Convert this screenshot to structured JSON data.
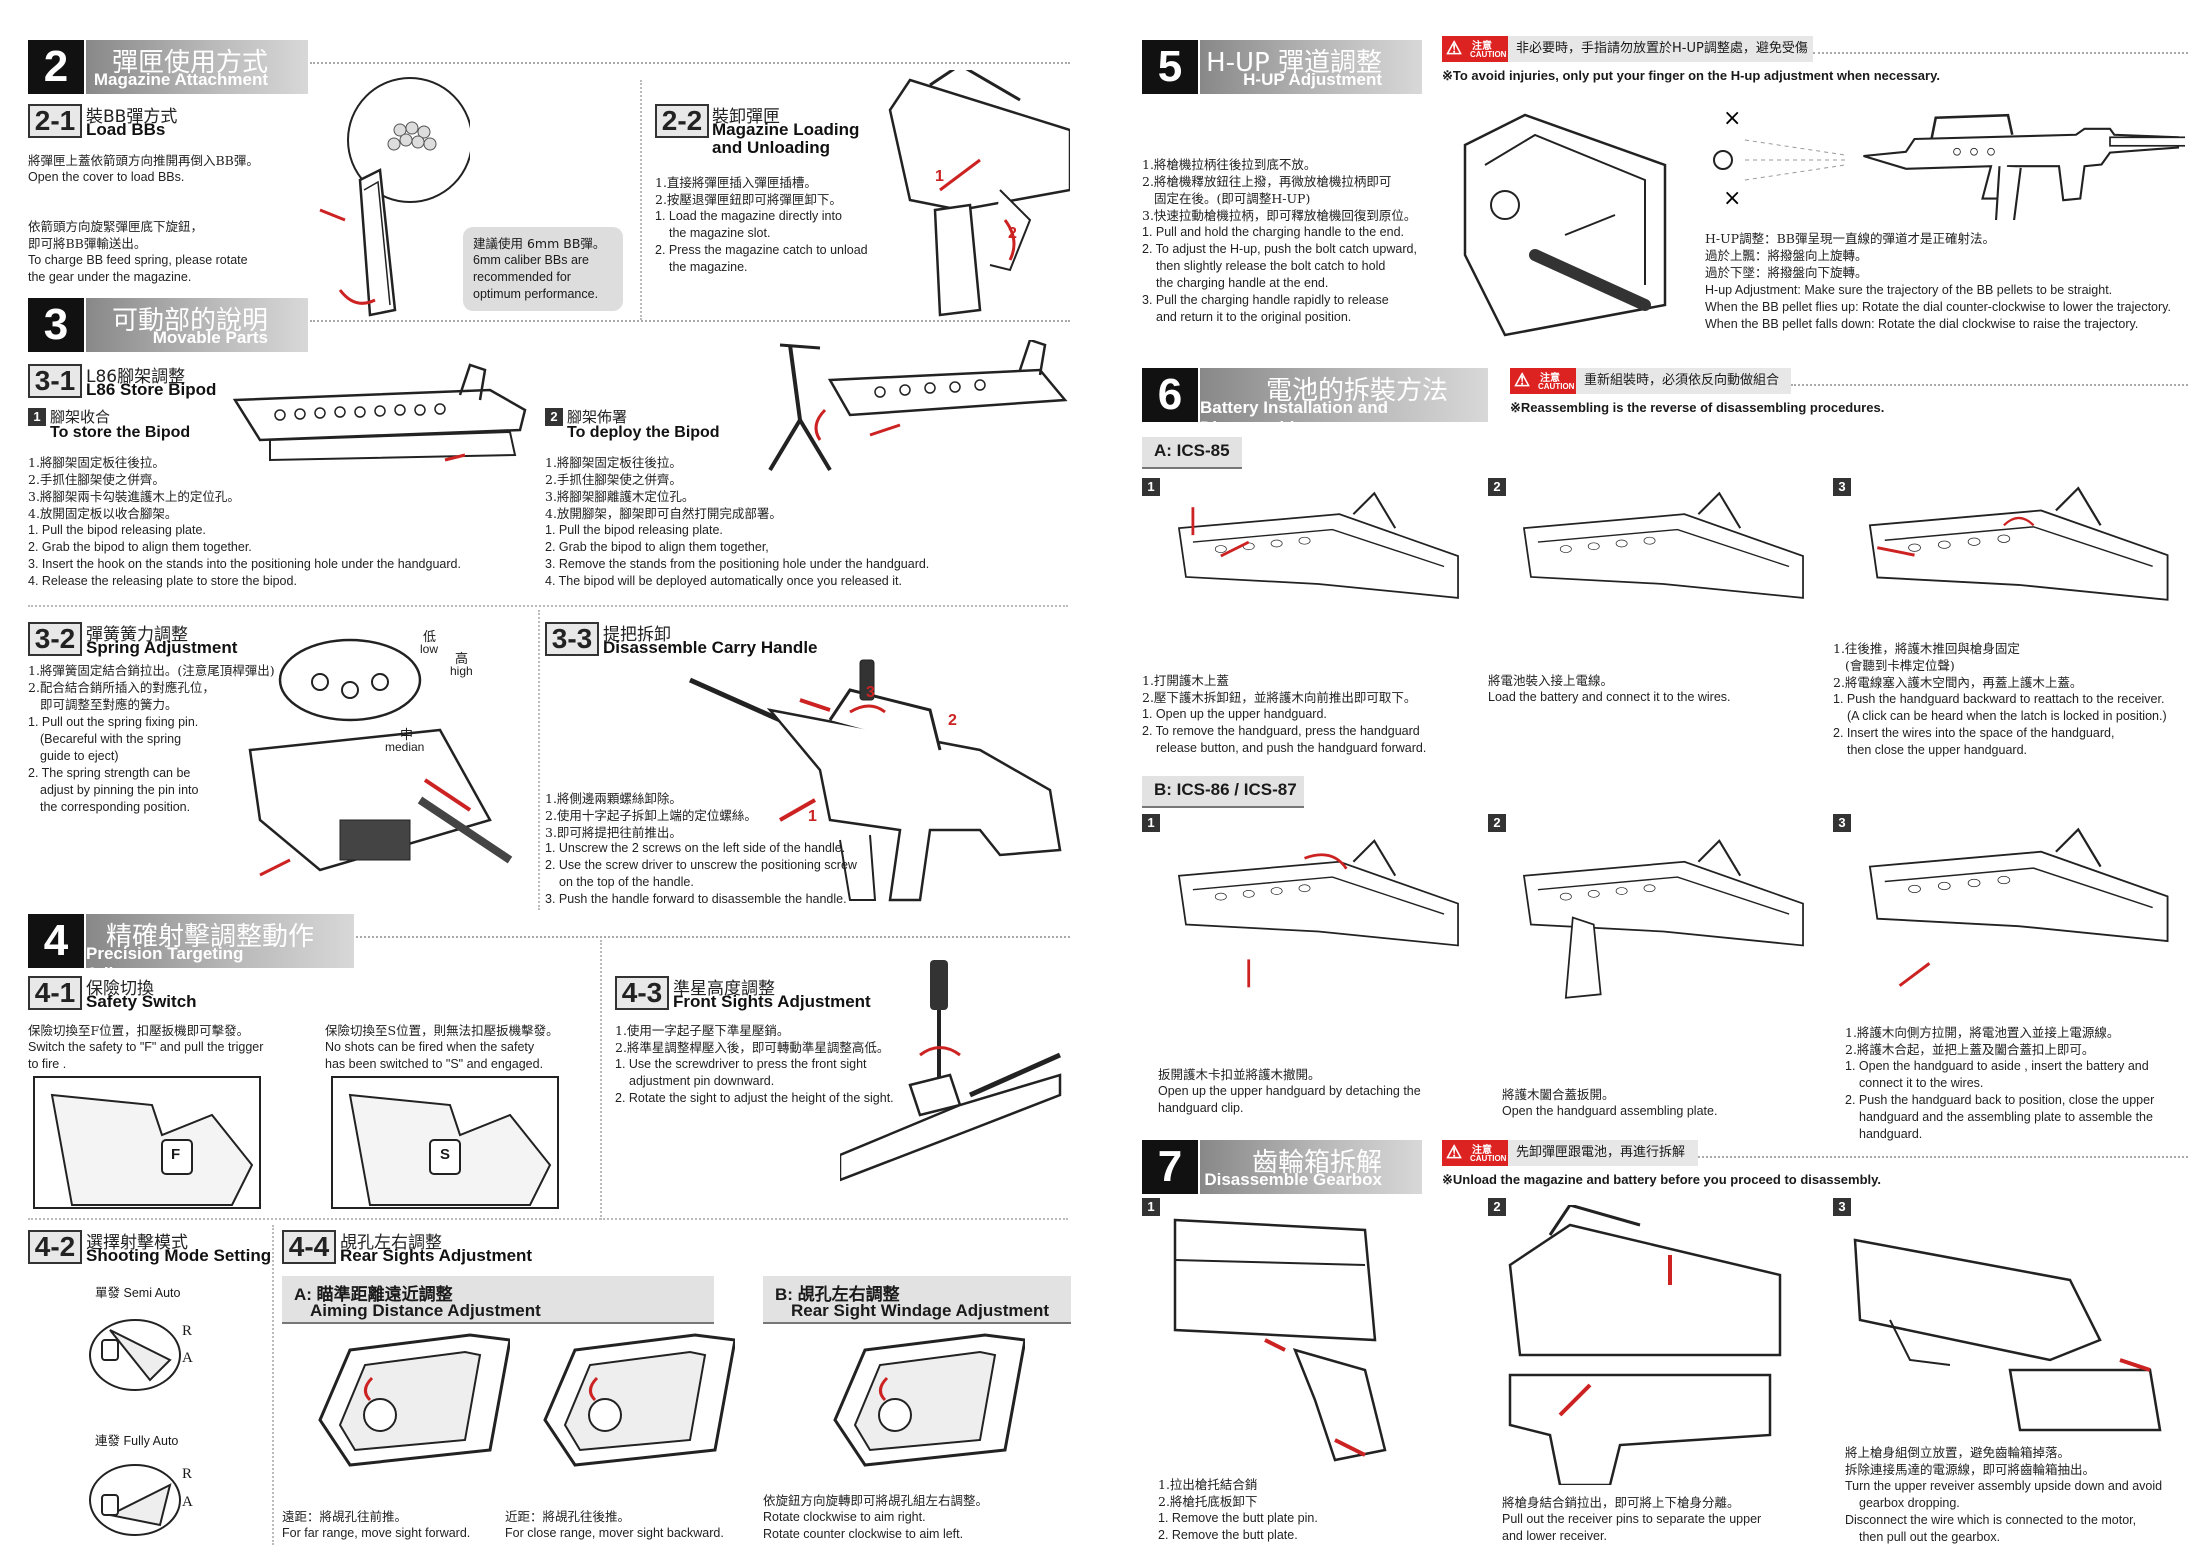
{
  "sec2": {
    "num": "2",
    "zh": "彈匣使用方式",
    "en": "Magazine Attachment"
  },
  "s21": {
    "num": "2-1",
    "zh": "裝BB彈方式",
    "en": "Load BBs",
    "p1zh": "將彈匣上蓋依箭頭方向推開再倒入BB彈。",
    "p1en": "Open the cover to load BBs.",
    "p2zh1": "依箭頭方向旋緊彈匣底下旋鈕，",
    "p2zh2": "即可將BB彈輸送出。",
    "p2en1": "To charge BB feed spring, please rotate",
    "p2en2": "the gear under the magazine.",
    "tipzh": "建議使用 6mm BB彈。",
    "tip1": "6mm caliber BBs are",
    "tip2": "recommended for",
    "tip3": "optimum performance."
  },
  "s22": {
    "num": "2-2",
    "zh": "裝卸彈匣",
    "en1": "Magazine Loading",
    "en2": "and Unloading",
    "l1zh": "1.直接將彈匣插入彈匣插槽。",
    "l2zh": "2.按壓退彈匣鈕即可將彈匣卸下。",
    "l1en1": "1. Load the magazine directly into",
    "l1en2": "the magazine slot.",
    "l2en1": "2. Press the magazine catch to unload",
    "l2en2": "the magazine."
  },
  "sec3": {
    "num": "3",
    "zh": "可動部的說明",
    "en": "Movable Parts"
  },
  "s31": {
    "num": "3-1",
    "zh": "L86腳架調整",
    "en": "L86 Store Bipod"
  },
  "store": {
    "num": "1",
    "zh": "腳架收合",
    "en": "To store the Bipod",
    "z1": "1.將腳架固定板往後拉。",
    "z2": "2.手抓住腳架使之併齊。",
    "z3": "3.將腳架兩卡勾裝進護木上的定位孔。",
    "z4": "4.放開固定板以收合腳架。",
    "e1": "1. Pull the bipod releasing plate.",
    "e2": "2. Grab the bipod to align them together.",
    "e3": "3. Insert the hook on the stands into the positioning hole under the handguard.",
    "e4": "4. Release the releasing plate to store the bipod."
  },
  "deploy": {
    "num": "2",
    "zh": "腳架佈署",
    "en": "To deploy the Bipod",
    "z1": "1.將腳架固定板往後拉。",
    "z2": "2.手抓住腳架使之併齊。",
    "z3": "3.將腳架腳離護木定位孔。",
    "z4": "4.放開腳架，腳架即可自然打開完成部署。",
    "e1": "1. Pull the bipod releasing plate.",
    "e2": "2. Grab the bipod to align them together,",
    "e3": "3. Remove the stands from the positioning hole under the handguard.",
    "e4": "4. The bipod will be deployed automatically once you released it."
  },
  "s32": {
    "num": "3-2",
    "zh": "彈簧簧力調整",
    "en": "Spring Adjustment",
    "z1": "1.將彈簧固定結合銷拉出。(注意尾頂桿彈出)",
    "z2": "2.配合結合銷所插入的對應孔位，",
    "z3": "即可調整至對應的簧力。",
    "e1": "1. Pull out the spring fixing pin.",
    "e2": "(Becareful with the spring",
    "e3": "guide to eject)",
    "e4": "2. The spring strength can be",
    "e5": "adjust by pinning the pin into",
    "e6": "the corresponding position.",
    "lowzh": "低",
    "low": "low",
    "highzh": "高",
    "high": "high",
    "medzh": "中",
    "med": "median"
  },
  "s33": {
    "num": "3-3",
    "zh": "提把拆卸",
    "en": "Disassemble Carry Handle",
    "z1": "1.將側邊兩顆螺絲卸除。",
    "z2": "2.使用十字起子拆卸上端的定位螺絲。",
    "z3": "3.即可將提把往前推出。",
    "e1": "1. Unscrew the 2 screws on the left side of the handle.",
    "e2": "2. Use the screw driver to unscrew the positioning screw",
    "e3": "on the top of the handle.",
    "e4": "3. Push the handle forward to disassemble the handle."
  },
  "sec4": {
    "num": "4",
    "zh": "精確射擊調整動作",
    "en": "Precision Targeting Adjustment"
  },
  "s41": {
    "num": "4-1",
    "zh": "保險切換",
    "en": "Safety Switch",
    "az": "保險切換至F位置，扣壓扳機即可擊發。",
    "ae1": "Switch the safety to \"F\" and pull the trigger",
    "ae2": "to fire .",
    "bz": "保險切換至S位置，則無法扣壓扳機擊發。",
    "be1": "No shots can be fired when the safety",
    "be2": "has been switched to \"S\" and engaged.",
    "f": "F",
    "s": "S"
  },
  "s43": {
    "num": "4-3",
    "zh": "準星高度調整",
    "en": "Front Sights Adjustment",
    "z1": "1.使用一字起子壓下準星壓銷。",
    "z2": "2.將準星調整桿壓入後，即可轉動準星調整高低。",
    "e1": "1. Use the screwdriver to press the front sight",
    "e2": "adjustment pin downward.",
    "e3": "2. Rotate the sight to adjust the height of the sight."
  },
  "s42": {
    "num": "4-2",
    "zh": "選擇射擊模式",
    "en": "Shooting Mode Setting",
    "semizh": "單發",
    "semi": "Semi Auto",
    "fullzh": "連發",
    "full": "Fully Auto",
    "r": "R",
    "a": "A"
  },
  "s44": {
    "num": "4-4",
    "zh": "覘孔左右調整",
    "en": "Rear Sights Adjustment",
    "a1": "A: 瞄準距離遠近調整",
    "a2": "Aiming Distance Adjustment",
    "b1": "B: 覘孔左右調整",
    "b2": "Rear Sight Windage Adjustment",
    "farzh": "遠距：將覘孔往前推。",
    "far": "For far range, move sight forward.",
    "nearzh": "近距：將覘孔往後推。",
    "near": "For close range, mover sight backward.",
    "windzh": "依旋鈕方向旋轉即可將覘孔組左右調整。",
    "wind1": "Rotate clockwise to aim right.",
    "wind2": "Rotate counter clockwise to aim left."
  },
  "sec5": {
    "num": "5",
    "zh": "H-UP 彈道調整",
    "en": "H-UP Adjustment",
    "cautionzh": "注意",
    "caution": "CAUTION",
    "warnzh": "非必要時，手指請勿放置於H-UP調整處，避免受傷",
    "note": "※To avoid injuries, only put your finger on the H-up adjustment when necessary.",
    "z1": "1.將槍機拉柄往後拉到底不放。",
    "z2": "2.將槍機釋放鈕往上撥，再微放槍機拉柄即可",
    "z3": "固定在後。(即可調整H-UP)",
    "z4": "3.快速拉動槍機拉柄，即可釋放槍機回復到原位。",
    "e1": "1. Pull and hold the charging handle to the end.",
    "e2": "2. To adjust the H-up, push the bolt catch upward,",
    "e3": "then slightly release the bolt catch to hold",
    "e4": "the charging handle at the end.",
    "e5": "3. Pull the charging handle rapidly to release",
    "e6": "and return it to the original position.",
    "hz1": "H-UP調整：BB彈呈現一直線的彈道才是正確射法。",
    "hz2": "過於上飄：將撥盤向上旋轉。",
    "hz3": "過於下墜：將撥盤向下旋轉。",
    "he1": "H-up Adjustment: Make sure the trajectory of the BB pellets to be straight.",
    "he2": "When the BB pellet flies up: Rotate the dial counter-clockwise to lower the trajectory.",
    "he3": "When the BB pellet falls down: Rotate the dial clockwise to raise the trajectory."
  },
  "sec6": {
    "num": "6",
    "zh": "電池的拆裝方法",
    "en": "Battery Installation and Disassembly",
    "warnzh": "重新組裝時，必須依反向動做組合",
    "note": "※Reassembling is the reverse of disassembling procedures.",
    "a": "A: ICS-85",
    "b": "B: ICS-86 / ICS-87",
    "a1z1": "1.打開護木上蓋",
    "a1z2": "2.壓下護木拆卸鈕，並將護木向前推出即可取下。",
    "a1e1": "1. Open up the upper handguard.",
    "a1e2": "2. To remove the handguard, press the handguard",
    "a1e3": "release button, and push the handguard forward.",
    "a2z": "將電池裝入接上電線。",
    "a2e": "Load the battery and connect it to the wires.",
    "a3z1": "1.往後推，將護木推回與槍身固定",
    "a3z2": "(會聽到卡榫定位聲)",
    "a3z3": "2.將電線塞入護木空間內，再蓋上護木上蓋。",
    "a3e1": "1. Push the handguard backward to reattach to the receiver.",
    "a3e2": "(A click can be heard when the latch is locked in position.)",
    "a3e3": "2. Insert the wires into the space of the handguard,",
    "a3e4": "then close the upper handguard.",
    "b1z": "扳開護木卡扣並將護木撤開。",
    "b1e1": "Open up the upper handguard by detaching the",
    "b1e2": "handguard clip.",
    "b2z": "將護木闔合蓋扳開。",
    "b2e": "Open the handguard assembling plate.",
    "b3z1": "1.將護木向側方拉開，將電池置入並接上電源線。",
    "b3z2": "2.將護木合起，並把上蓋及闔合蓋扣上即可。",
    "b3e1": "1. Open the handguard to aside , insert the battery and",
    "b3e2": "connect it to the wires.",
    "b3e3": "2. Push the handguard back to position, close the upper",
    "b3e4": "handguard and the assembling plate to assemble the",
    "b3e5": "handguard."
  },
  "sec7": {
    "num": "7",
    "zh": "齒輪箱拆解",
    "en": "Disassemble Gearbox",
    "warnzh": "先卸彈匣跟電池，再進行拆解",
    "note": "※Unload the magazine and battery before you proceed to disassembly.",
    "c1z1": "1.拉出槍托結合銷",
    "c1z2": "2.將槍托底板卸下",
    "c1e1": "1. Remove the butt plate pin.",
    "c1e2": "2. Remove the butt plate.",
    "c2z": "將槍身結合銷拉出，即可將上下槍身分離。",
    "c2e1": "Pull out the receiver pins to separate the upper",
    "c2e2": "and lower receiver.",
    "c3z1": "將上槍身組倒立放置，避免齒輪箱掉落。",
    "c3z2": "拆除連接馬達的電源線，即可將齒輪箱抽出。",
    "c3e1": "Turn the upper reveiver assembly upside down and avoid",
    "c3e2": "gearbox dropping.",
    "c3e3": "Disconnect the wire which is connected to the motor,",
    "c3e4": "then pull out the gearbox."
  },
  "steps": {
    "one": "1",
    "two": "2",
    "three": "3"
  }
}
